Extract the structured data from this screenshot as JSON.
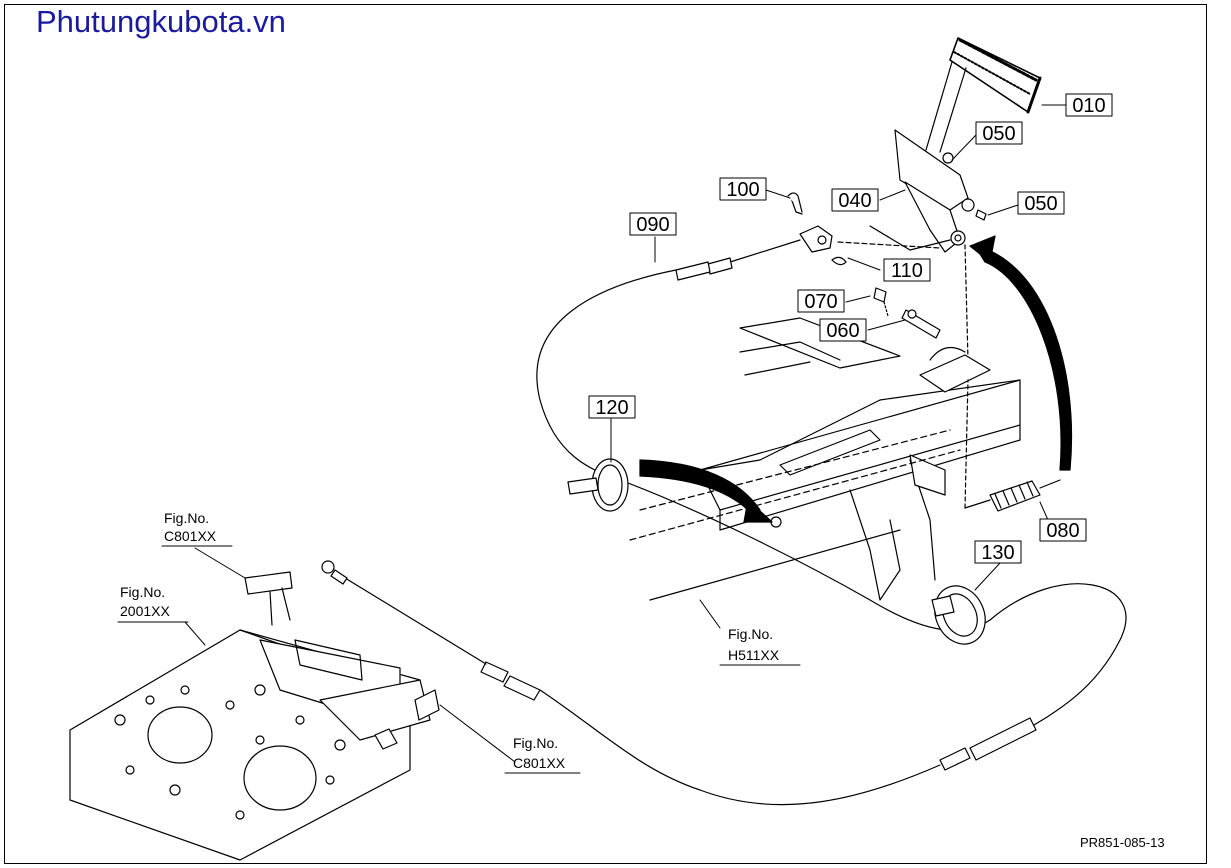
{
  "header": {
    "site_name": "Phutungkubota.vn"
  },
  "colors": {
    "brand": "#1a1aa0",
    "line": "#000000"
  },
  "callouts": [
    {
      "id": "c010",
      "label": "010"
    },
    {
      "id": "c050a",
      "label": "050"
    },
    {
      "id": "c040",
      "label": "040"
    },
    {
      "id": "c050b",
      "label": "050"
    },
    {
      "id": "c100",
      "label": "100"
    },
    {
      "id": "c090",
      "label": "090"
    },
    {
      "id": "c110",
      "label": "110"
    },
    {
      "id": "c070",
      "label": "070"
    },
    {
      "id": "c060",
      "label": "060"
    },
    {
      "id": "c120",
      "label": "120"
    },
    {
      "id": "c080",
      "label": "080"
    },
    {
      "id": "c130",
      "label": "130"
    }
  ],
  "figure_refs": [
    {
      "id": "fr1",
      "line1": "Fig.No.",
      "line2": "C801XX"
    },
    {
      "id": "fr2",
      "line1": "Fig.No.",
      "line2": "2001XX"
    },
    {
      "id": "fr3",
      "line1": "Fig.No.",
      "line2": "H511XX"
    },
    {
      "id": "fr4",
      "line1": "Fig.No.",
      "line2": "C801XX"
    }
  ],
  "footer": {
    "drawing_code": "PR851-085-13"
  }
}
